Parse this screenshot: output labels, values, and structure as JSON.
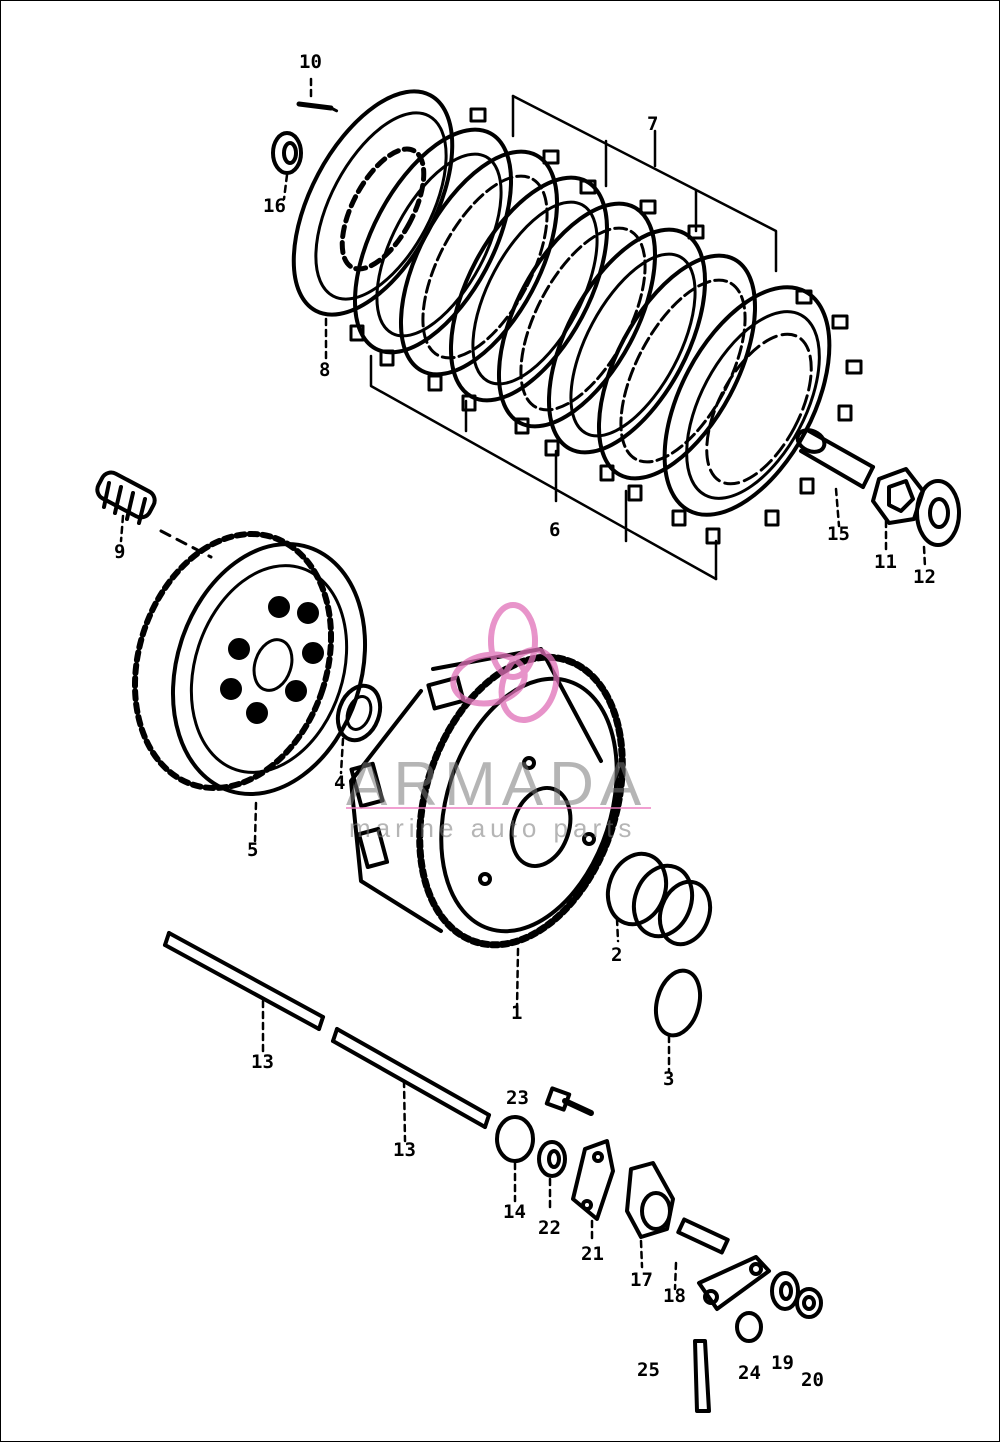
{
  "diagram": {
    "part_labels": [
      {
        "id": "p10",
        "text": "10"
      },
      {
        "id": "p16",
        "text": "16"
      },
      {
        "id": "p7",
        "text": "7"
      },
      {
        "id": "p8",
        "text": "8"
      },
      {
        "id": "p6",
        "text": "6"
      },
      {
        "id": "p15",
        "text": "15"
      },
      {
        "id": "p11",
        "text": "11"
      },
      {
        "id": "p12",
        "text": "12"
      },
      {
        "id": "p9",
        "text": "9"
      },
      {
        "id": "p4",
        "text": "4"
      },
      {
        "id": "p5",
        "text": "5"
      },
      {
        "id": "p2",
        "text": "2"
      },
      {
        "id": "p1",
        "text": "1"
      },
      {
        "id": "p3",
        "text": "3"
      },
      {
        "id": "p13a",
        "text": "13"
      },
      {
        "id": "p13b",
        "text": "13"
      },
      {
        "id": "p23",
        "text": "23"
      },
      {
        "id": "p14",
        "text": "14"
      },
      {
        "id": "p22",
        "text": "22"
      },
      {
        "id": "p21",
        "text": "21"
      },
      {
        "id": "p17",
        "text": "17"
      },
      {
        "id": "p18",
        "text": "18"
      },
      {
        "id": "p25",
        "text": "25"
      },
      {
        "id": "p24",
        "text": "24"
      },
      {
        "id": "p19",
        "text": "19"
      },
      {
        "id": "p20",
        "text": "20"
      }
    ]
  },
  "watermark": {
    "brand": "ARMADA",
    "tagline": "marine auto parts",
    "accent_color": "#e070b8",
    "text_color": "#787878"
  }
}
